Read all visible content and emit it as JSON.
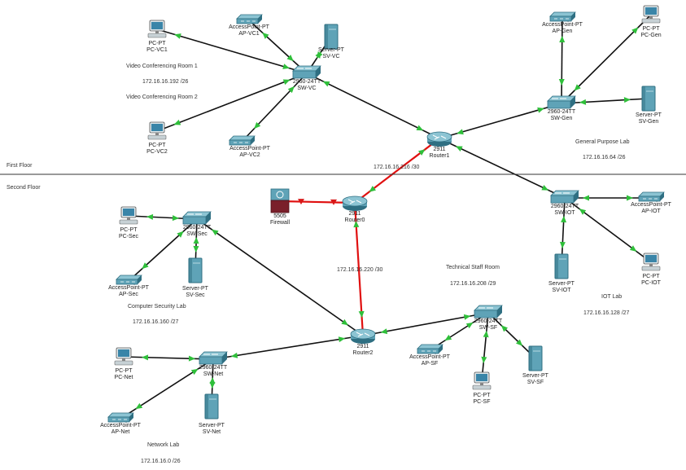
{
  "floors": {
    "first": "First Floor",
    "second": "Second Floor"
  },
  "colors": {
    "link": "#111111",
    "serial_link": "#e01010",
    "status_up": "#2fbf3a",
    "status_down": "#d81818",
    "device_body": "#5fa3b7",
    "device_dark": "#2f6f82"
  },
  "devices": [
    {
      "id": "pc_vc1",
      "kind": "pc",
      "model": "PC-PT",
      "name": "PC-VC1"
    },
    {
      "id": "ap_vc1",
      "kind": "ap",
      "model": "AccessPoint-PT",
      "name": "AP-VC1"
    },
    {
      "id": "sv_vc",
      "kind": "server",
      "model": "Server-PT",
      "name": "SV-VC"
    },
    {
      "id": "sw_vc",
      "kind": "switch",
      "model": "2960-24TT",
      "name": "SW-VC"
    },
    {
      "id": "pc_vc2",
      "kind": "pc",
      "model": "PC-PT",
      "name": "PC-VC2"
    },
    {
      "id": "ap_vc2",
      "kind": "ap",
      "model": "AccessPoint-PT",
      "name": "AP-VC2"
    },
    {
      "id": "router1",
      "kind": "router",
      "model": "2911",
      "name": "Router1"
    },
    {
      "id": "ap_gen",
      "kind": "ap",
      "model": "AccessPoint-PT",
      "name": "AP-Gen"
    },
    {
      "id": "pc_gen",
      "kind": "pc",
      "model": "PC-PT",
      "name": "PC-Gen"
    },
    {
      "id": "sw_gen",
      "kind": "switch",
      "model": "2960-24TT",
      "name": "SW-Gen"
    },
    {
      "id": "sv_gen",
      "kind": "server",
      "model": "Server-PT",
      "name": "SV-Gen"
    },
    {
      "id": "sw_iot",
      "kind": "switch",
      "model": "2960-24TT",
      "name": "SW-IOT"
    },
    {
      "id": "ap_iot",
      "kind": "ap",
      "model": "AccessPoint-PT",
      "name": "AP-IOT"
    },
    {
      "id": "sv_iot",
      "kind": "server",
      "model": "Server-PT",
      "name": "SV-IOT"
    },
    {
      "id": "pc_iot",
      "kind": "pc",
      "model": "PC-PT",
      "name": "PC-IOT"
    },
    {
      "id": "firewall",
      "kind": "firewall",
      "model": "5505",
      "name": "Firewall"
    },
    {
      "id": "router0",
      "kind": "router",
      "model": "2911",
      "name": "Router0"
    },
    {
      "id": "pc_sec",
      "kind": "pc",
      "model": "PC-PT",
      "name": "PC-Sec"
    },
    {
      "id": "sw_sec",
      "kind": "switch",
      "model": "2960-24TT",
      "name": "SW-Sec"
    },
    {
      "id": "ap_sec",
      "kind": "ap",
      "model": "AccessPoint-PT",
      "name": "AP-Sec"
    },
    {
      "id": "sv_sec",
      "kind": "server",
      "model": "Server-PT",
      "name": "SV-Sec"
    },
    {
      "id": "router2",
      "kind": "router",
      "model": "2911",
      "name": "Router2"
    },
    {
      "id": "sw_sf",
      "kind": "switch",
      "model": "2960-24TT",
      "name": "SW-SF"
    },
    {
      "id": "ap_sf",
      "kind": "ap",
      "model": "AccessPoint-PT",
      "name": "AP-SF"
    },
    {
      "id": "pc_sf",
      "kind": "pc",
      "model": "PC-PT",
      "name": "PC-SF"
    },
    {
      "id": "sv_sf",
      "kind": "server",
      "model": "Server-PT",
      "name": "SV-SF"
    },
    {
      "id": "pc_net",
      "kind": "pc",
      "model": "PC-PT",
      "name": "PC-Net"
    },
    {
      "id": "sw_net",
      "kind": "switch",
      "model": "2960-24TT",
      "name": "SW-Net"
    },
    {
      "id": "ap_net",
      "kind": "ap",
      "model": "AccessPoint-PT",
      "name": "AP-Net"
    },
    {
      "id": "sv_net",
      "kind": "server",
      "model": "Server-PT",
      "name": "SV-Net"
    }
  ],
  "links": [
    {
      "from": "pc_vc1",
      "to": "sw_vc",
      "type": "ethernet"
    },
    {
      "from": "ap_vc1",
      "to": "sw_vc",
      "type": "ethernet"
    },
    {
      "from": "sv_vc",
      "to": "sw_vc",
      "type": "ethernet"
    },
    {
      "from": "pc_vc2",
      "to": "sw_vc",
      "type": "ethernet"
    },
    {
      "from": "ap_vc2",
      "to": "sw_vc",
      "type": "ethernet"
    },
    {
      "from": "sw_vc",
      "to": "router1",
      "type": "ethernet"
    },
    {
      "from": "router1",
      "to": "sw_gen",
      "type": "ethernet"
    },
    {
      "from": "sw_gen",
      "to": "ap_gen",
      "type": "ethernet"
    },
    {
      "from": "sw_gen",
      "to": "pc_gen",
      "type": "ethernet"
    },
    {
      "from": "sw_gen",
      "to": "sv_gen",
      "type": "ethernet"
    },
    {
      "from": "router1",
      "to": "sw_iot",
      "type": "ethernet"
    },
    {
      "from": "sw_iot",
      "to": "ap_iot",
      "type": "ethernet"
    },
    {
      "from": "sw_iot",
      "to": "sv_iot",
      "type": "ethernet"
    },
    {
      "from": "sw_iot",
      "to": "pc_iot",
      "type": "ethernet"
    },
    {
      "from": "router1",
      "to": "router0",
      "type": "serial"
    },
    {
      "from": "firewall",
      "to": "router0",
      "type": "serial_down"
    },
    {
      "from": "router0",
      "to": "router2",
      "type": "serial"
    },
    {
      "from": "pc_sec",
      "to": "sw_sec",
      "type": "ethernet"
    },
    {
      "from": "ap_sec",
      "to": "sw_sec",
      "type": "ethernet"
    },
    {
      "from": "sv_sec",
      "to": "sw_sec",
      "type": "ethernet"
    },
    {
      "from": "sw_sec",
      "to": "router2",
      "type": "ethernet"
    },
    {
      "from": "router2",
      "to": "sw_sf",
      "type": "ethernet"
    },
    {
      "from": "sw_sf",
      "to": "ap_sf",
      "type": "ethernet"
    },
    {
      "from": "sw_sf",
      "to": "pc_sf",
      "type": "ethernet"
    },
    {
      "from": "sw_sf",
      "to": "sv_sf",
      "type": "ethernet"
    },
    {
      "from": "router2",
      "to": "sw_net",
      "type": "ethernet"
    },
    {
      "from": "pc_net",
      "to": "sw_net",
      "type": "ethernet"
    },
    {
      "from": "ap_net",
      "to": "sw_net",
      "type": "ethernet"
    },
    {
      "from": "sv_net",
      "to": "sw_net",
      "type": "ethernet"
    }
  ],
  "annotations": [
    {
      "id": "vc_room1",
      "text": "Video Conferencing Room 1"
    },
    {
      "id": "vc_subnet",
      "text": "172.16.16.192 /26"
    },
    {
      "id": "vc_room2",
      "text": "Video Conferencing Room 2"
    },
    {
      "id": "gen_lab",
      "text": "General Purpose Lab"
    },
    {
      "id": "gen_subnet",
      "text": "172.16.16.64 /26"
    },
    {
      "id": "r1_r0_subnet",
      "text": "172.16.16.216 /30"
    },
    {
      "id": "r0_r2_subnet",
      "text": "172.16.16.220 /30"
    },
    {
      "id": "sf_room",
      "text": "Technical Staff Room"
    },
    {
      "id": "sf_subnet",
      "text": "172.16.16.208 /29"
    },
    {
      "id": "iot_lab",
      "text": "IOT Lab"
    },
    {
      "id": "iot_subnet",
      "text": "172.16.16.128 /27"
    },
    {
      "id": "sec_lab",
      "text": "Computer Security Lab"
    },
    {
      "id": "sec_subnet",
      "text": "172.16.16.160 /27"
    },
    {
      "id": "net_lab",
      "text": "Network Lab"
    },
    {
      "id": "net_subnet",
      "text": "172.16.16.0 /26"
    }
  ]
}
